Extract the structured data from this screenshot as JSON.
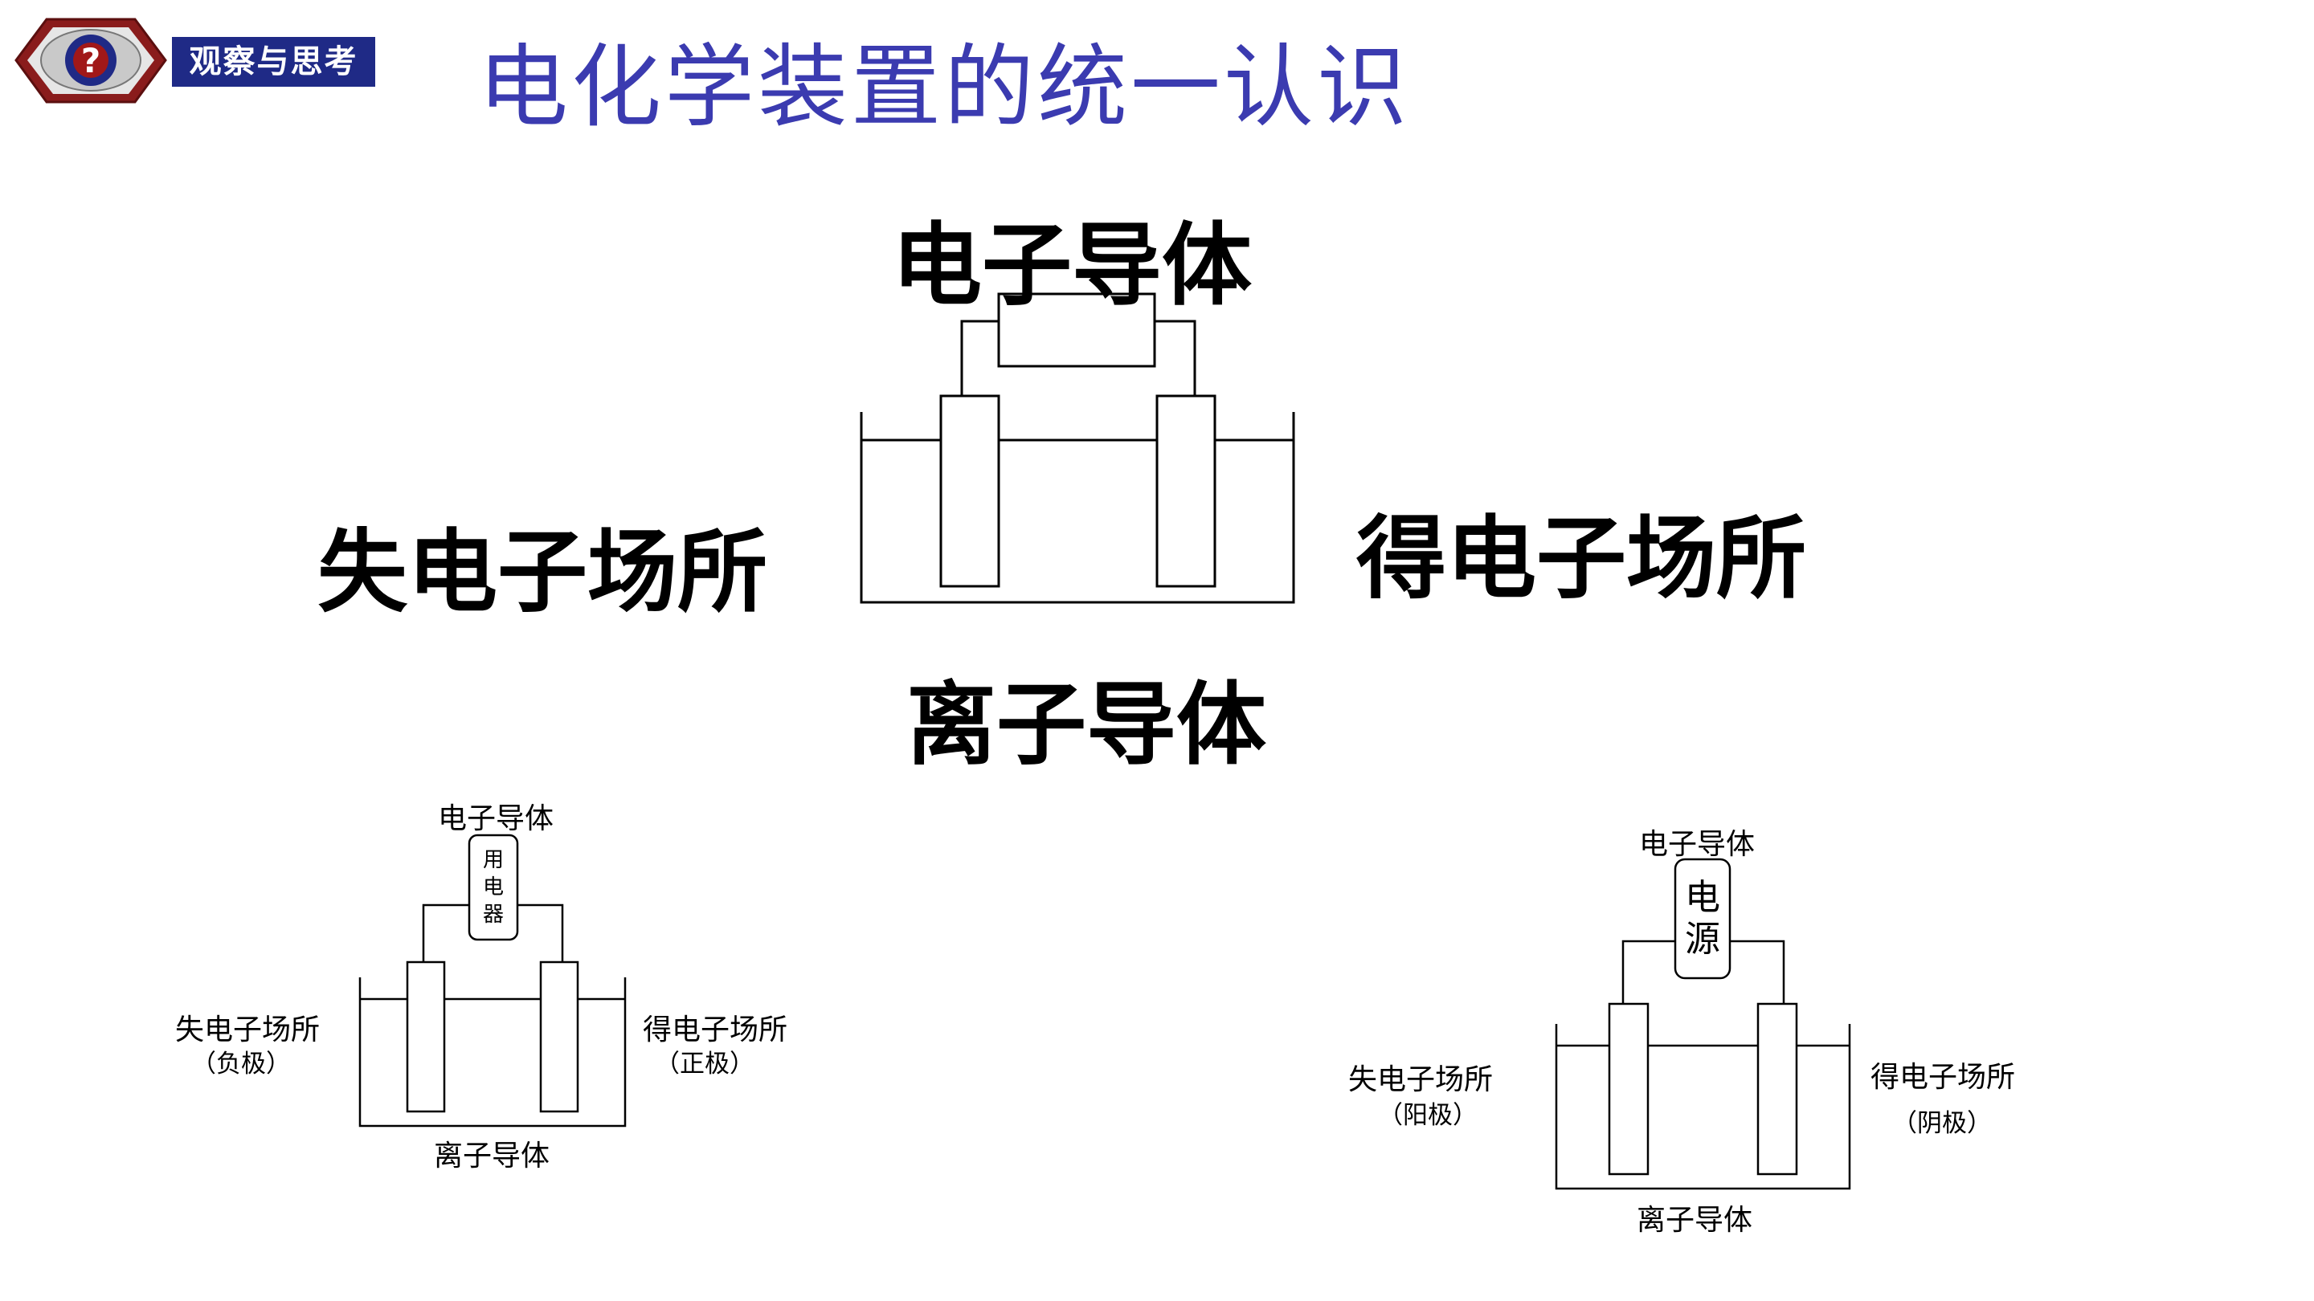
{
  "header": {
    "badge_label": "观察与思考",
    "badge_icon": "question-mark-icon",
    "title": "电化学装置的统一认识"
  },
  "main_diagram": {
    "top_label": "电子导体",
    "left_label": "失电子场所",
    "right_label": "得电子场所",
    "bottom_label": "离子导体"
  },
  "galvanic_cell": {
    "top_label": "电子导体",
    "device_chars": [
      "用",
      "电",
      "器"
    ],
    "left_label": "失电子场所",
    "left_sub": "（负极）",
    "right_label": "得电子场所",
    "right_sub": "（正极）",
    "bottom_label": "离子导体"
  },
  "electrolytic_cell": {
    "top_label": "电子导体",
    "device_chars": [
      "电",
      "源"
    ],
    "left_label": "失电子场所",
    "left_sub": "（阳极）",
    "right_label": "得电子场所",
    "right_sub": "（阴极）",
    "bottom_label": "离子导体"
  },
  "colors": {
    "title": "#3b3bb0",
    "badge_bg": "#1f2a86",
    "stroke": "#000000"
  }
}
